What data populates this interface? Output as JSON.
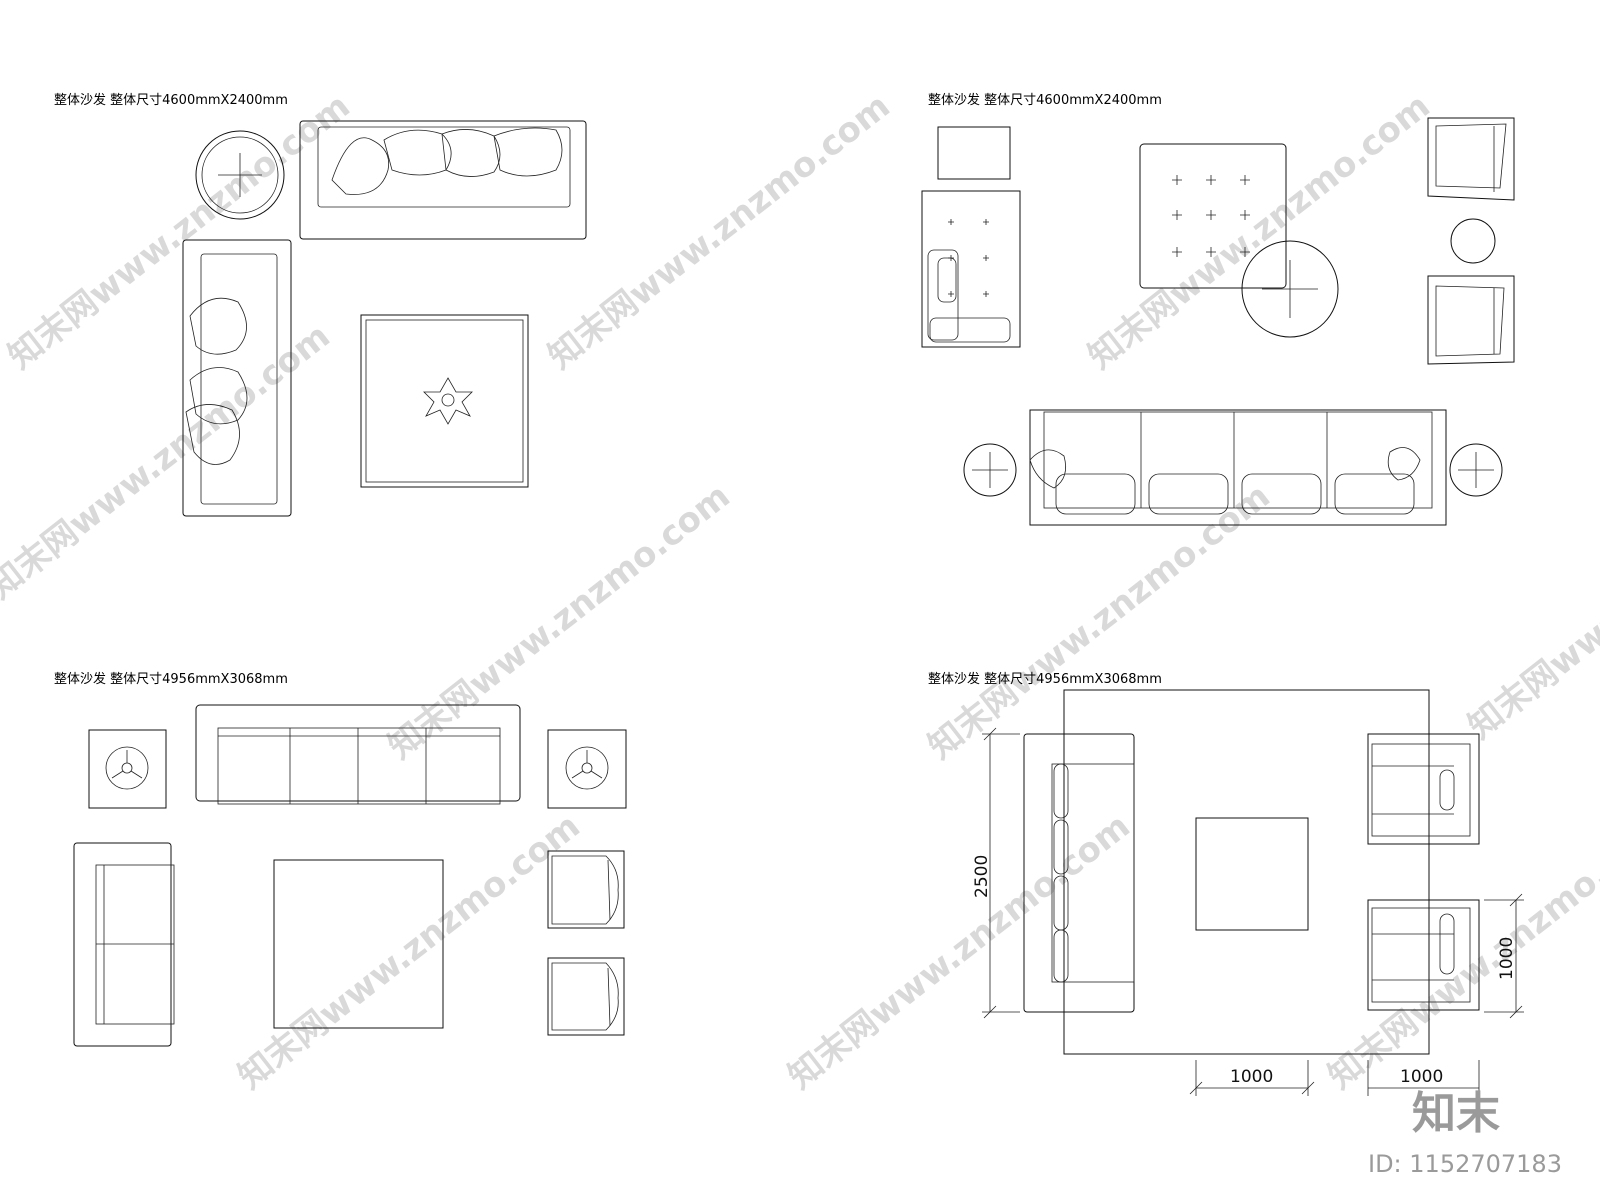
{
  "panels": [
    {
      "title": "整体沙发   整体尺寸4600mmX2400mm"
    },
    {
      "title": "整体沙发   整体尺寸4600mmX2400mm"
    },
    {
      "title": "整体沙发   整体尺寸4956mmX3068mm"
    },
    {
      "title": "整体沙发   整体尺寸4956mmX3068mm"
    }
  ],
  "dimensions": {
    "height_left": "2500",
    "height_right": "1000",
    "width_bottom_left": "1000",
    "width_bottom_right": "1000"
  },
  "watermark": {
    "text": "知末网www.znzmo.com",
    "brand": "知末",
    "id": "ID: 1152707183"
  }
}
